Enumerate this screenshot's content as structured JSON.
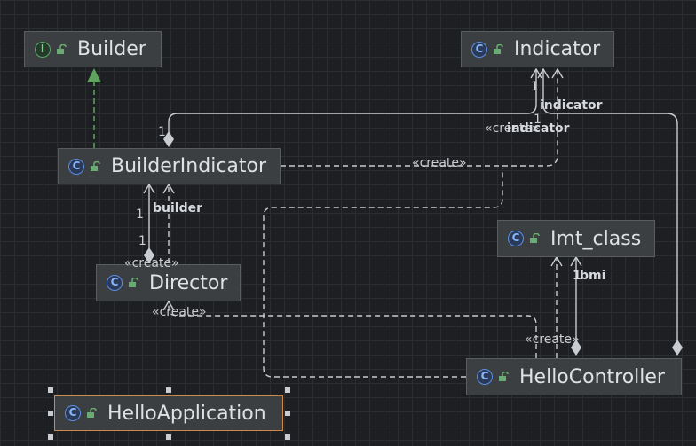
{
  "nodes": {
    "builder": {
      "badge": "I",
      "label": "Builder"
    },
    "indicator": {
      "badge": "C",
      "label": "Indicator"
    },
    "builder_indicator": {
      "badge": "C",
      "label": "BuilderIndicator"
    },
    "imt_class": {
      "badge": "C",
      "label": "Imt_class"
    },
    "director": {
      "badge": "C",
      "label": "Director"
    },
    "hello_controller": {
      "badge": "C",
      "label": "HelloController"
    },
    "hello_application": {
      "badge": "C",
      "label": "HelloApplication"
    }
  },
  "edge_labels": {
    "one_a": "1",
    "indicator_role": "indicator",
    "one_b": "1",
    "create_indicator": "«create»",
    "indicator_role2": "indicator",
    "one_c": "1",
    "create_bi": "«create»",
    "one_d": "1",
    "builder_role": "builder",
    "one_e": "1",
    "create_director_top": "«create»",
    "create_director": "«create»",
    "one_bmi": "1",
    "bmi_role": "bmi",
    "create_imt": "«create»"
  },
  "colors": {
    "background": "#1e1f22",
    "node_fill": "#3c3f41",
    "edge": "#c9ccd0",
    "realization": "#5fa35f",
    "selection": "#c98a4a"
  }
}
